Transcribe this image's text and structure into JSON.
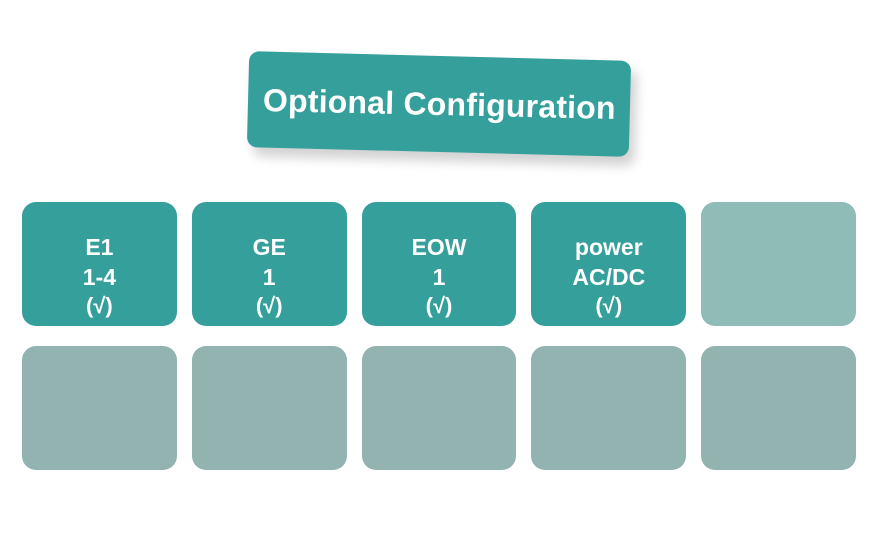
{
  "banner": {
    "title": "Optional Configuration",
    "color": "#35a09b",
    "text_color": "#ffffff"
  },
  "colors": {
    "filled_card": "#35a09b",
    "empty_card_row1": "#8fbcb7",
    "empty_card_row2": "#93b3b0",
    "background": "#ffffff",
    "card_text": "#ffffff"
  },
  "grid": {
    "rows": [
      {
        "cells": [
          {
            "state": "filled",
            "lines": [
              "E1",
              "1-4",
              "(√)"
            ]
          },
          {
            "state": "filled",
            "lines": [
              "GE",
              "1",
              "(√)"
            ]
          },
          {
            "state": "filled",
            "lines": [
              "EOW",
              "1",
              "(√)"
            ]
          },
          {
            "state": "filled",
            "lines": [
              "power",
              "AC/DC",
              "(√)"
            ]
          },
          {
            "state": "empty-bright",
            "lines": []
          }
        ]
      },
      {
        "cells": [
          {
            "state": "empty-muted",
            "lines": []
          },
          {
            "state": "empty-muted",
            "lines": []
          },
          {
            "state": "empty-muted",
            "lines": []
          },
          {
            "state": "empty-muted",
            "lines": []
          },
          {
            "state": "empty-muted",
            "lines": []
          }
        ]
      }
    ]
  }
}
